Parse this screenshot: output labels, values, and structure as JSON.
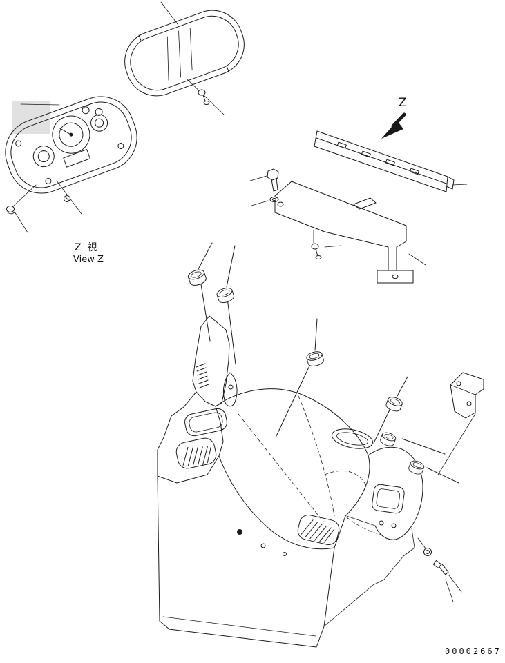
{
  "page": {
    "background": "#ffffff",
    "line_color": "#1a1a1a",
    "highlight_color": "#d9d9d9"
  },
  "labels": {
    "view_z_cjk": "Z  視",
    "view_z_en": "View Z",
    "direction_letter": "Z",
    "part_number": "00002667"
  }
}
